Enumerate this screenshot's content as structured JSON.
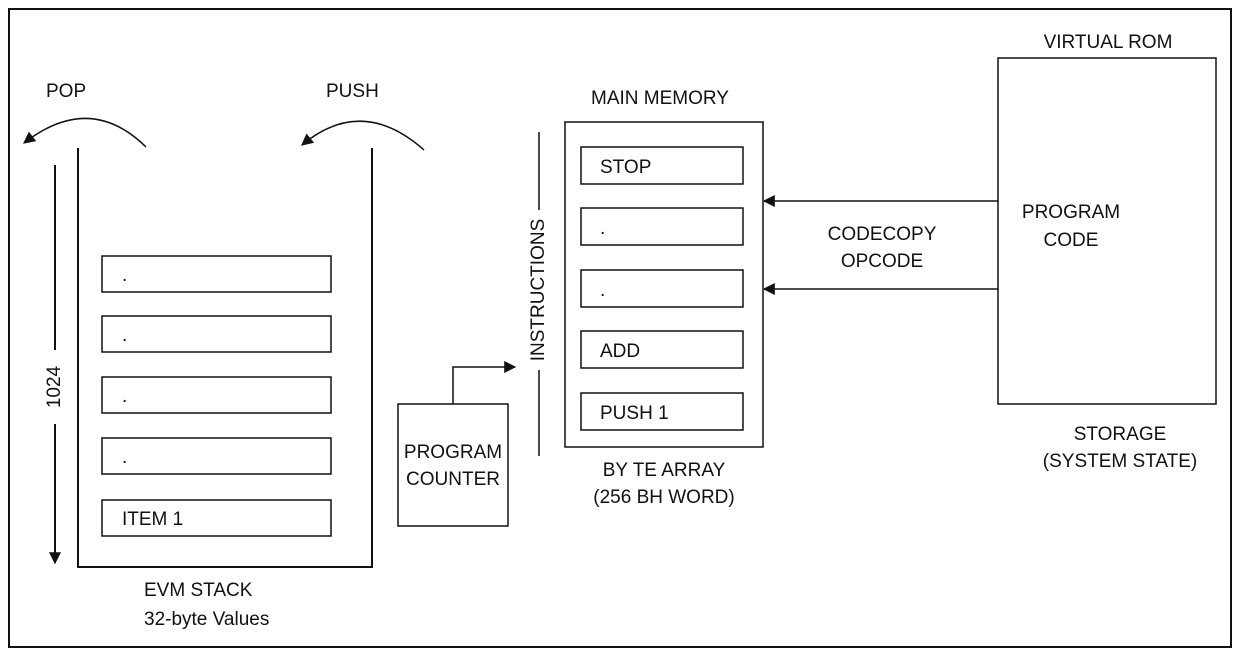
{
  "stack": {
    "pop_label": "POP",
    "push_label": "PUSH",
    "depth_label": "1024",
    "caption_line1": "EVM STACK",
    "caption_line2": "32-byte Values",
    "items": [
      ".",
      ".",
      ".",
      ".",
      "ITEM 1"
    ]
  },
  "program_counter": {
    "line1": "PROGRAM",
    "line2": "COUNTER"
  },
  "memory": {
    "title": "MAIN MEMORY",
    "instructions_label": "INSTRUCTIONS",
    "cells": [
      "STOP",
      ".",
      ".",
      "ADD",
      "PUSH 1"
    ],
    "caption_line1": "BY TE ARRAY",
    "caption_line2": "(256 BH WORD)"
  },
  "codecopy": {
    "line1": "CODECOPY",
    "line2": "OPCODE"
  },
  "rom": {
    "title": "VIRTUAL ROM",
    "code_line1": "PROGRAM",
    "code_line2": "CODE",
    "caption_line1": "STORAGE",
    "caption_line2": "(SYSTEM STATE)"
  }
}
